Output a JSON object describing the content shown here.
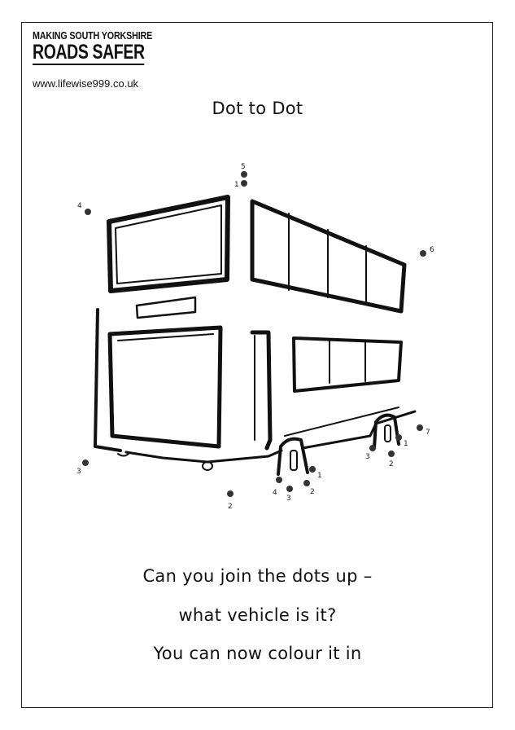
{
  "logo": {
    "line1": "MAKING SOUTH YORKSHIRE",
    "line2": "ROADS SAFER"
  },
  "website": "www.lifewise999.co.uk",
  "title": "Dot to Dot",
  "instructions": {
    "line1": "Can you join the dots up –",
    "line2": "what vehicle is it?",
    "line3": "You can now colour it in"
  },
  "dot_labels": [
    "5",
    "1",
    "4",
    "6",
    "3",
    "2",
    "4",
    "3",
    "2",
    "1",
    "3",
    "2",
    "1",
    "7"
  ]
}
